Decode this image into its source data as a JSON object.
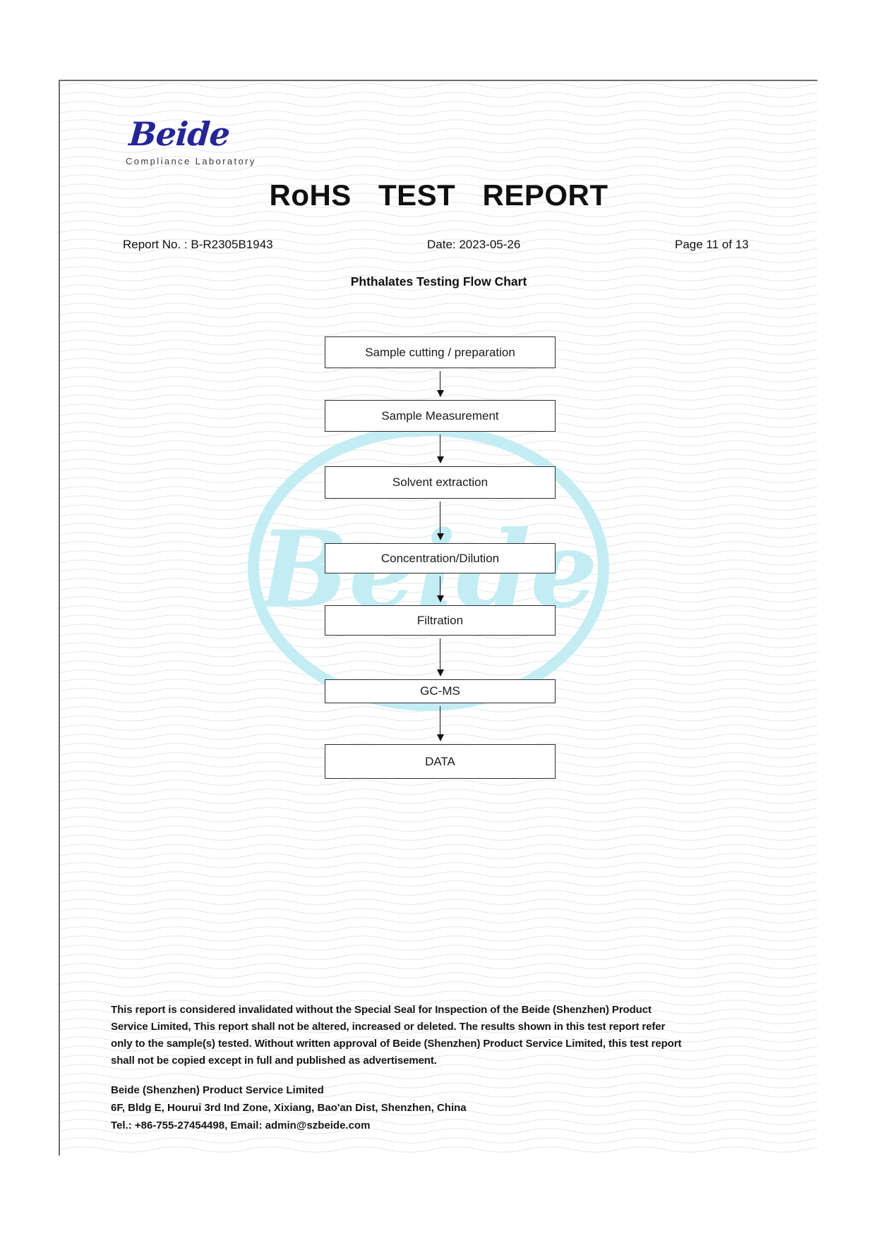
{
  "logo": {
    "brand": "Beide",
    "tagline": "Compliance  Laboratory"
  },
  "header": {
    "title": "RoHS TEST REPORT",
    "report_no": "Report No. : B-R2305B1943",
    "date": "Date: 2023-05-26",
    "page": "Page 11 of 13"
  },
  "flowchart": {
    "heading": "Phthalates Testing Flow Chart",
    "steps": [
      "Sample cutting / preparation",
      "Sample Measurement",
      "Solvent extraction",
      "Concentration/Dilution",
      "Filtration",
      "GC-MS",
      "DATA"
    ]
  },
  "watermark": {
    "text": "Beide",
    "color": "#c4edf3"
  },
  "footer": {
    "disclaimer": "This report is considered invalidated without the Special Seal for Inspection of the Beide (Shenzhen) Product Service Limited, This report shall not be altered, increased or deleted. The results shown in this test report refer only to the sample(s) tested. Without written approval of Beide (Shenzhen) Product Service Limited, this test report shall not be copied except in full and published as advertisement.",
    "company": [
      "Beide (Shenzhen) Product Service Limited",
      "6F, Bldg E, Hourui 3rd Ind Zone, Xixiang, Bao'an Dist, Shenzhen, China",
      "Tel.: +86-755-27454498, Email: admin@szbeide.com"
    ]
  },
  "colors": {
    "logo_blue": "#252596",
    "watermark_cyan": "#c4edf3",
    "wave_line": "#d7e2f0",
    "text": "#111111"
  }
}
